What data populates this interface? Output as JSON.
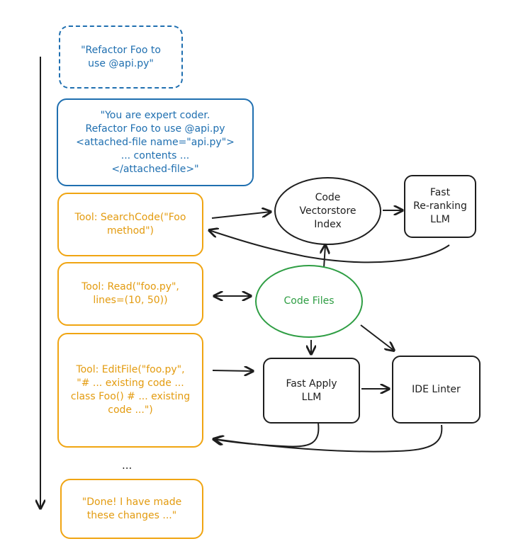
{
  "prompt": {
    "text": "\"Refactor Foo to\nuse @api.py\""
  },
  "system_message": {
    "text": "\"You are expert coder.\nRefactor Foo to use @api.py\n<attached-file name=\"api.py\">\n... contents ...\n</attached-file>\""
  },
  "tools": {
    "search": "Tool: SearchCode(\"Foo\nmethod\")",
    "read": "Tool: Read(\"foo.py\",\nlines=(10, 50))",
    "edit": "Tool: EditFile(\"foo.py\",\n\"# ... existing code ...\nclass Foo() # ... existing\ncode ...\")"
  },
  "ellipsis": "...",
  "done": {
    "text": "\"Done! I have made\nthese changes ...\""
  },
  "nodes": {
    "vectorstore": "Code\nVectorstore\nIndex",
    "reranker": "Fast\nRe-ranking\nLLM",
    "code_files": "Code Files",
    "fast_apply": "Fast Apply\nLLM",
    "ide_linter": "IDE Linter"
  },
  "colors": {
    "blue": "#1f6fb0",
    "orange": "#f0a512",
    "green": "#2f9e44",
    "black": "#1e1e1e"
  }
}
